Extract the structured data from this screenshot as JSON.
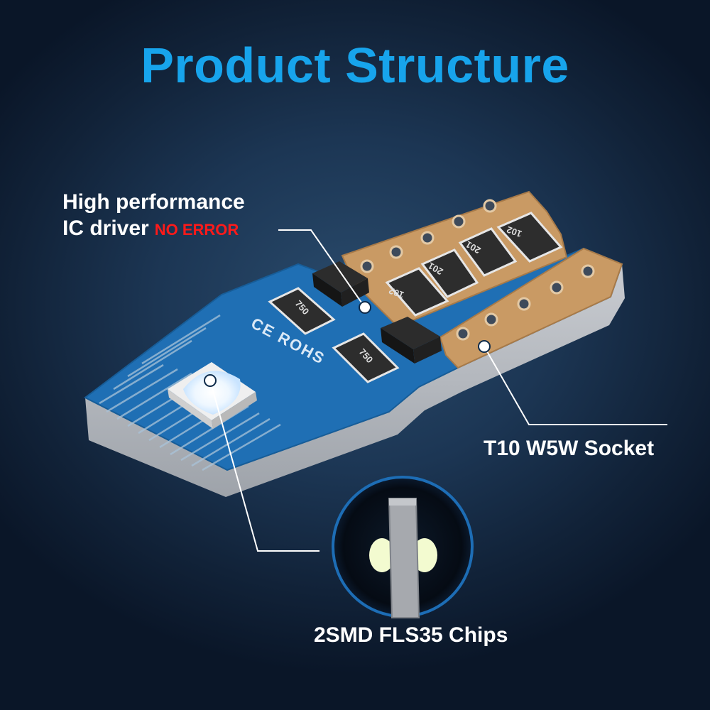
{
  "title": "Product Structure",
  "callouts": {
    "ic_driver_line1": "High performance",
    "ic_driver_line2": "IC driver",
    "ic_driver_badge": "NO ERROR",
    "socket": "T10 W5W Socket",
    "chips": "2SMD FLS35 Chips"
  },
  "board_markings": {
    "certification": "CE ROHS",
    "resistor_a": "750",
    "resistor_b": "750",
    "resistor_c": "102",
    "resistor_d": "201",
    "resistor_e": "201",
    "resistor_f": "102"
  },
  "colors": {
    "title": "#17a4ec",
    "badge": "#ff1a1a",
    "pcb": "#1f6fb4",
    "copper": "#c99a64"
  }
}
